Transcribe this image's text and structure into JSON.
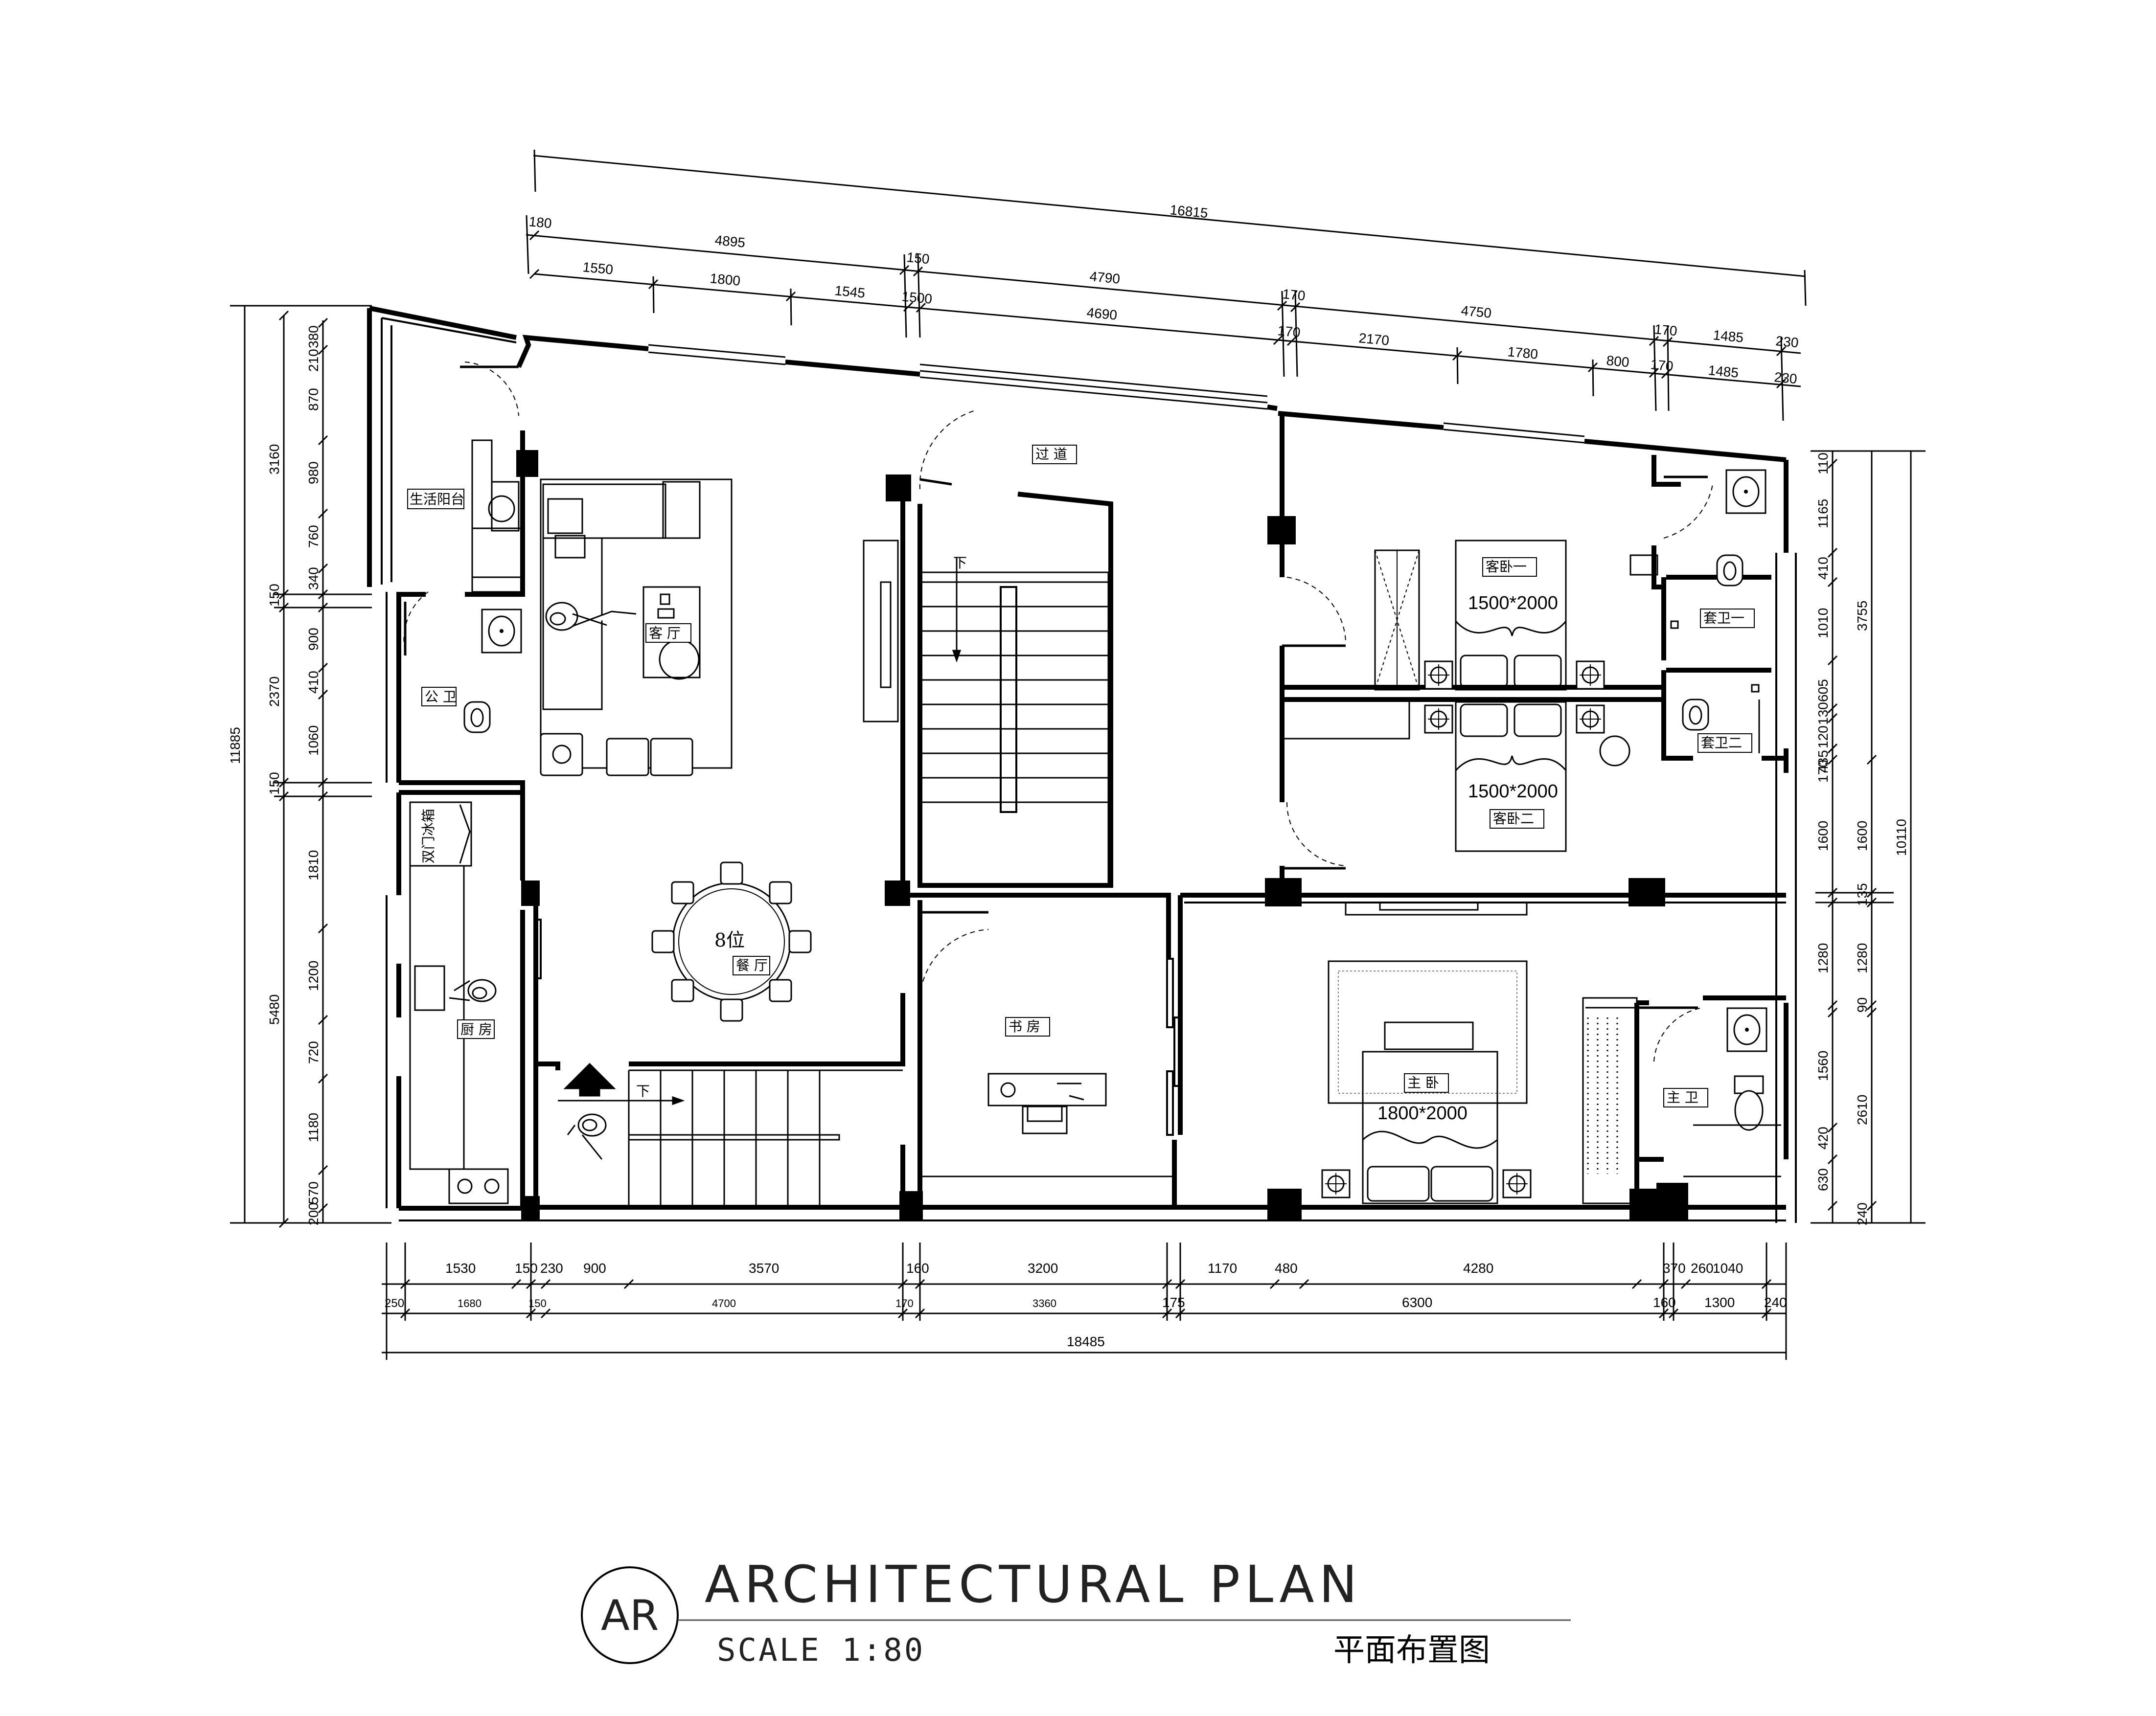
{
  "title_block": {
    "badge": "AR",
    "title": "ARCHITECTURAL PLAN",
    "scale": "SCALE 1:80",
    "cn_title": "平面布置图"
  },
  "rooms": {
    "balcony": "生活阳台",
    "public_wc": "公 卫",
    "fridge": "双门冰箱",
    "kitchen": "厨 房",
    "living": "客 厅",
    "dining": "餐 厅",
    "dining_seats": "8位",
    "corridor": "过 道",
    "stair_down": "下",
    "study": "书 房",
    "guest1": "客卧一",
    "guest2": "客卧二",
    "suite_wc1": "套卫一",
    "suite_wc2": "套卫二",
    "master": "主 卧",
    "master_wc": "主 卫",
    "bed1": "1500*2000",
    "bed2": "1500*2000",
    "bed_master": "1800*2000"
  },
  "dims": {
    "top_total": "16815",
    "top_row1": [
      "180",
      "4895",
      "150",
      "4790",
      "170",
      "4750",
      "170",
      "1485",
      "230"
    ],
    "top_row2": [
      "1550",
      "1800",
      "1545",
      "1500",
      "4690",
      "170",
      "2170",
      "1780",
      "800",
      "170",
      "1485",
      "230"
    ],
    "left_total": "11885",
    "left_mid": [
      "3160",
      "150",
      "2370",
      "150",
      "5480"
    ],
    "left_inner": [
      "380",
      "210",
      "870",
      "980",
      "760",
      "340",
      "900",
      "410",
      "1060",
      "1810",
      "1200",
      "720",
      "1180",
      "570",
      "200"
    ],
    "right_total": "10110",
    "right_mid": [
      "3755",
      "1600",
      "135",
      "1280",
      "90",
      "2610",
      "240"
    ],
    "right_inner": [
      "110",
      "1165",
      "410",
      "1010",
      "605",
      "130",
      "120",
      "435",
      "170",
      "1600",
      "1280",
      "1560",
      "420",
      "630"
    ],
    "bottom_row1": [
      "1530",
      "150",
      "230",
      "900",
      "3570",
      "160",
      "3200",
      "1170",
      "480",
      "4280",
      "370",
      "260",
      "1040"
    ],
    "bottom_row2": [
      "250",
      "1680",
      "150",
      "4700",
      "170",
      "3360",
      "175",
      "6300",
      "160",
      "1300",
      "240"
    ],
    "bottom_total": "18485"
  }
}
